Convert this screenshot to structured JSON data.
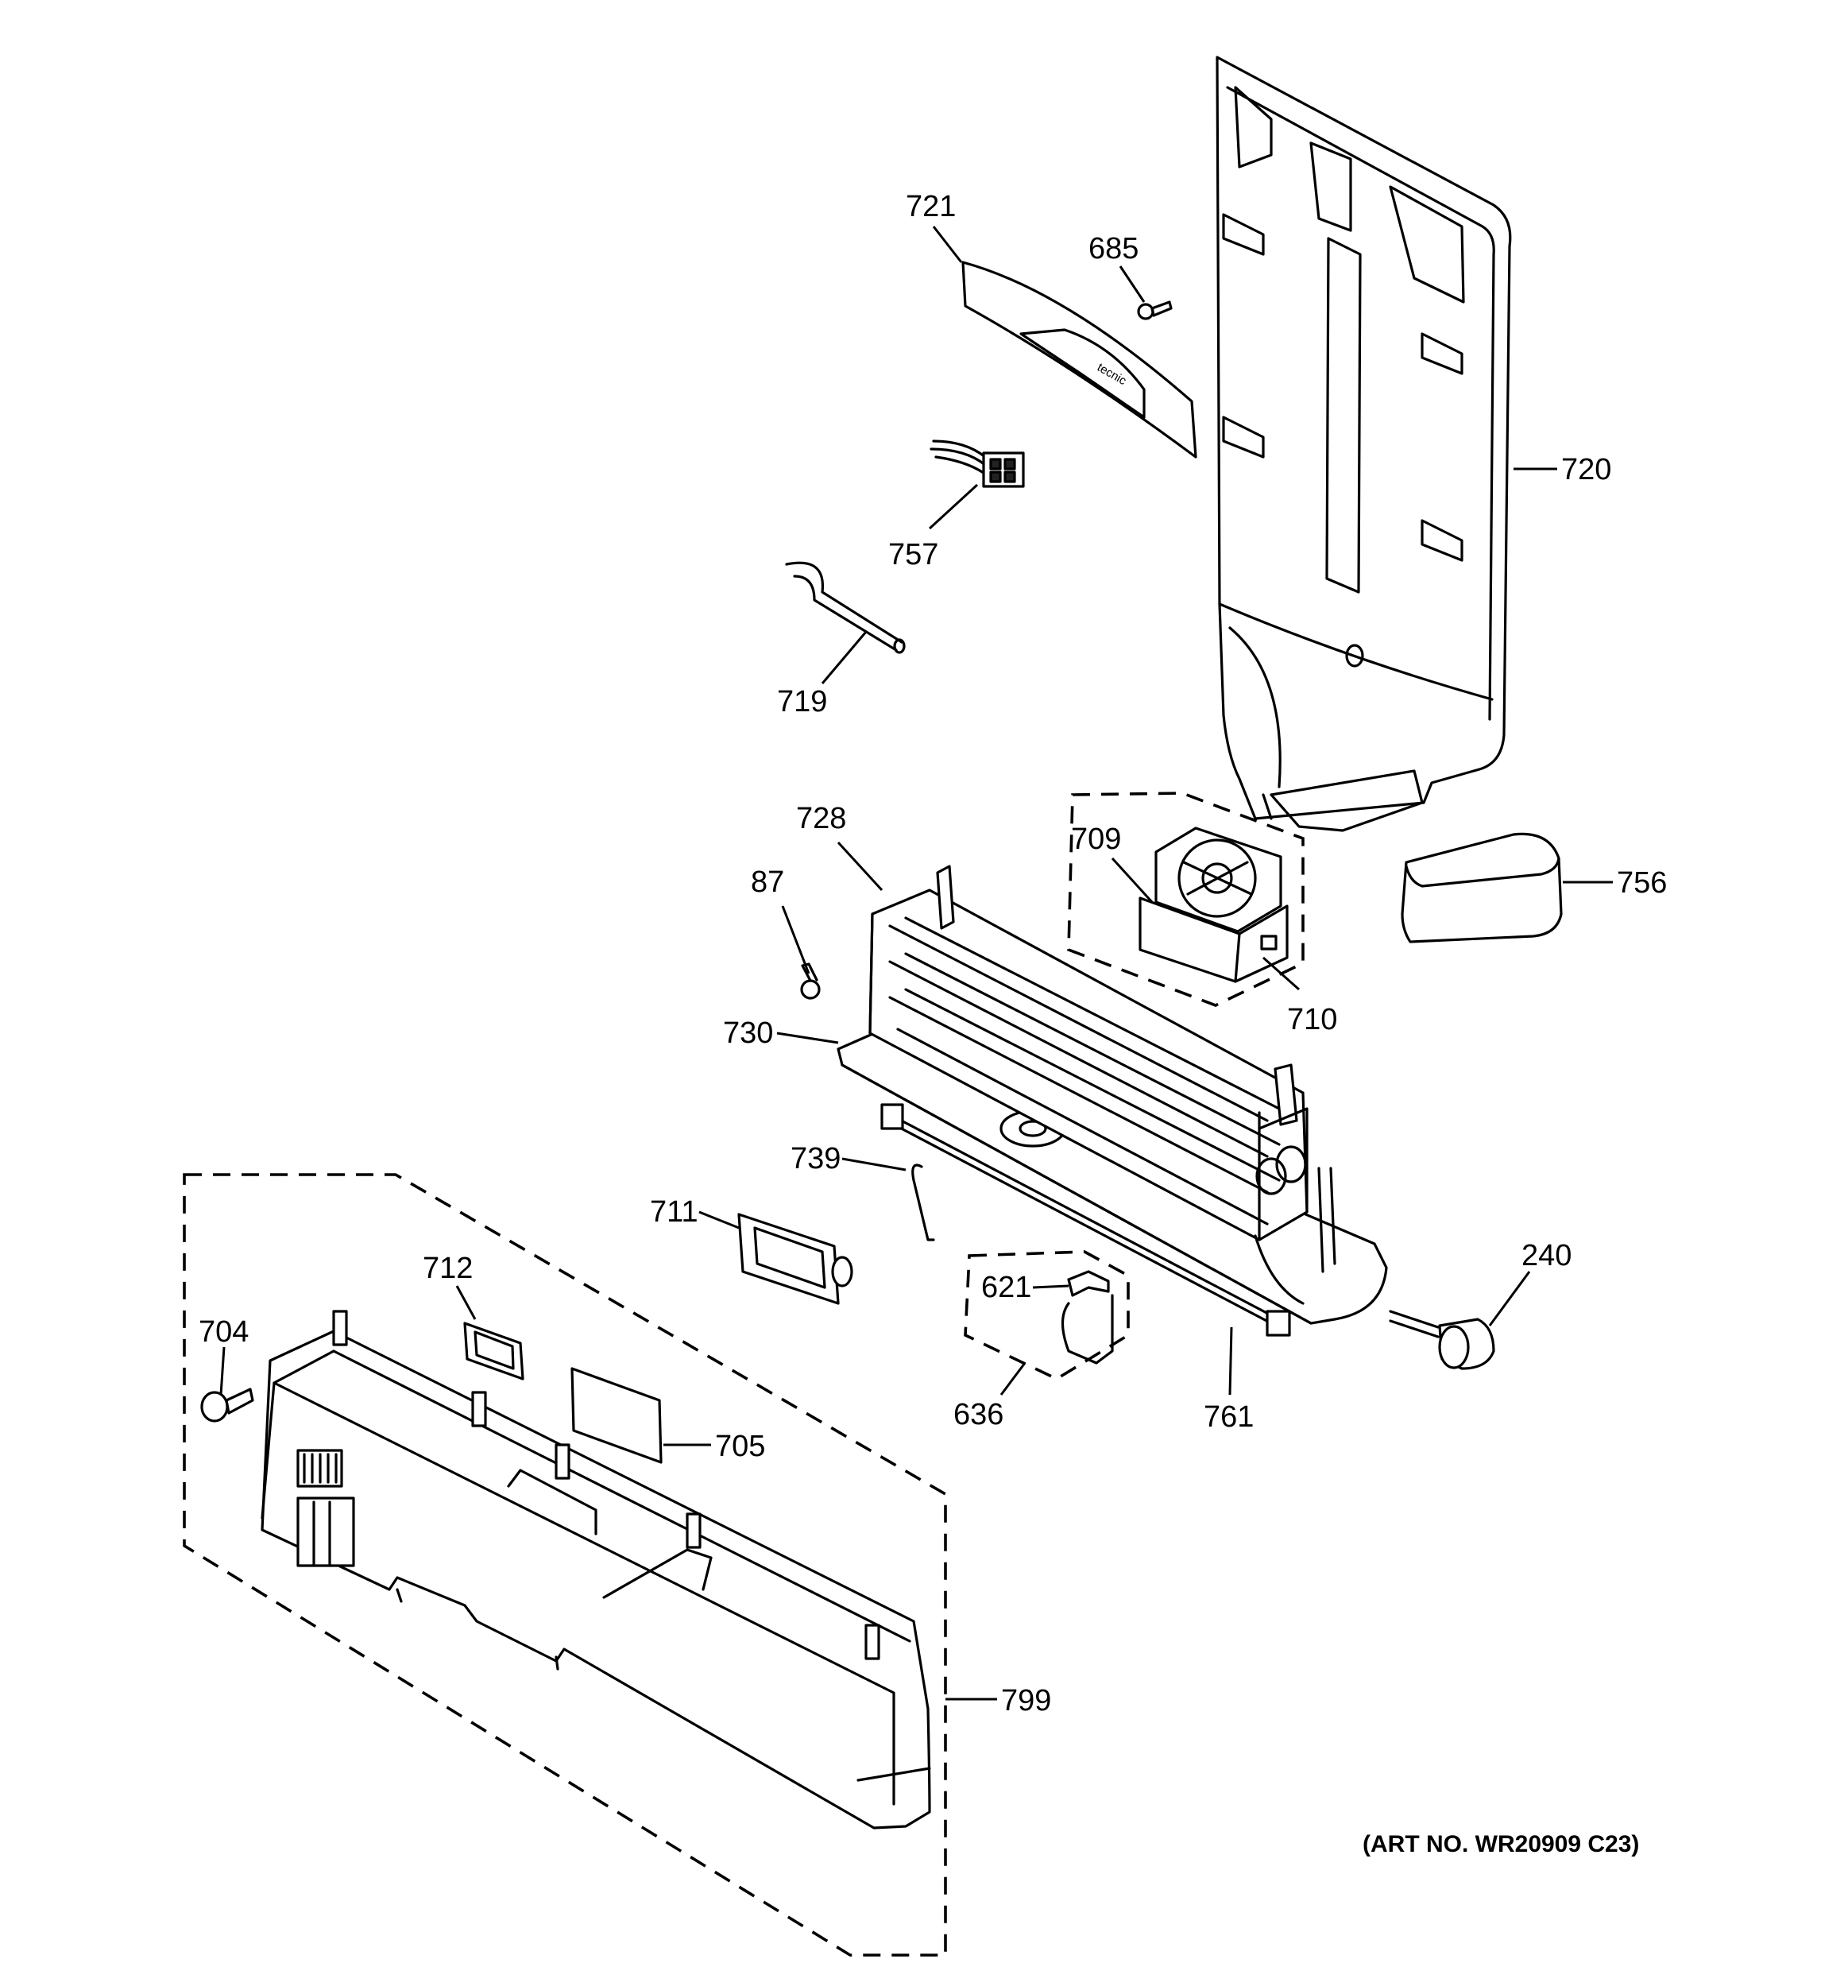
{
  "callouts": {
    "c721": "721",
    "c685": "685",
    "c720": "720",
    "c757": "757",
    "c719": "719",
    "c728": "728",
    "c709": "709",
    "c756": "756",
    "c87": "87",
    "c710": "710",
    "c730": "730",
    "c739": "739",
    "c711": "711",
    "c240": "240",
    "c621": "621",
    "c712": "712",
    "c704": "704",
    "c636": "636",
    "c761": "761",
    "c705": "705",
    "c799": "799"
  },
  "art_number": "(ART NO. WR20909 C23)"
}
